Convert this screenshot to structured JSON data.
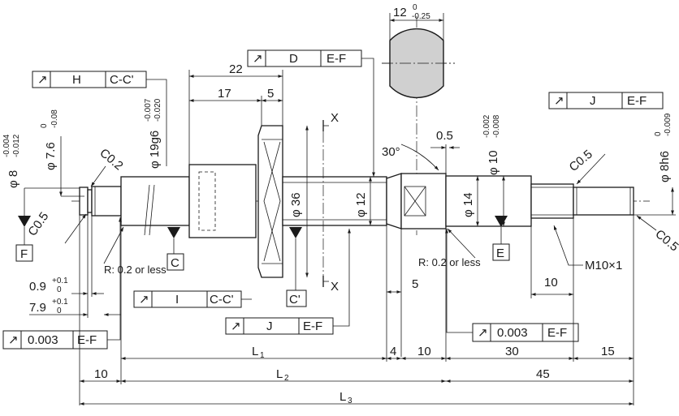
{
  "section_view": {
    "width": "12",
    "tol_upper": "0",
    "tol_lower": "-0.25"
  },
  "frames": {
    "h": {
      "symbol": "↗",
      "letter": "H",
      "datum": "C-C'"
    },
    "d": {
      "symbol": "↗",
      "letter": "D",
      "datum": "E-F"
    },
    "j_top": {
      "symbol": "↗",
      "letter": "J",
      "datum": "E-F"
    },
    "i": {
      "symbol": "↗",
      "letter": "I",
      "datum": "C-C'"
    },
    "j_mid": {
      "symbol": "↗",
      "letter": "J",
      "datum": "E-F"
    },
    "left_tol": {
      "symbol": "↗",
      "value": "0.003",
      "datum": "E-F"
    },
    "right_tol": {
      "symbol": "↗",
      "value": "0.003",
      "datum": "E-F"
    }
  },
  "diameters": {
    "d8": {
      "label": "φ 8",
      "upper": "-0.004",
      "lower": "-0.012"
    },
    "d7_6": {
      "label": "φ 7.6",
      "upper": "0",
      "lower": "-0.08"
    },
    "d19": {
      "label": "φ 19g6",
      "upper": "-0.007",
      "lower": "-0.020"
    },
    "d36": "φ 36",
    "d12": "φ 12",
    "d14": "φ 14",
    "d10": {
      "label": "φ 10",
      "upper": "-0.002",
      "lower": "-0.008"
    },
    "d8h6": {
      "label": "φ 8h6",
      "upper": "0",
      "lower": "-0.009"
    }
  },
  "chamfers": {
    "c02": "C0.2",
    "c05_left": "C0.5",
    "c05_right_top": "C0.5",
    "c05_right_bottom": "C0.5"
  },
  "datums": {
    "f": "F",
    "c": "C",
    "c_prime": "C'",
    "e": "E"
  },
  "section_mark": "X",
  "notes": {
    "radius_left": "R: 0.2 or less",
    "radius_right": "R: 0.2 or less",
    "thread": "M10×1",
    "angle": "30°"
  },
  "dims": {
    "d22": "22",
    "d17": "17",
    "d5_top": "5",
    "d0_5": "0.5",
    "d5_mid": "5",
    "d10_thread": "10",
    "groove1": {
      "value": "0.9",
      "upper": "+0.1",
      "lower": "0"
    },
    "groove2": {
      "value": "7.9",
      "upper": "+0.1",
      "lower": "0"
    },
    "l1": "L",
    "l1_sub": "1",
    "d4": "4",
    "d10_a": "10",
    "d30": "30",
    "d15": "15",
    "d10_left": "10",
    "l2": "L",
    "l2_sub": "2",
    "d45": "45",
    "l3": "L",
    "l3_sub": "3"
  }
}
